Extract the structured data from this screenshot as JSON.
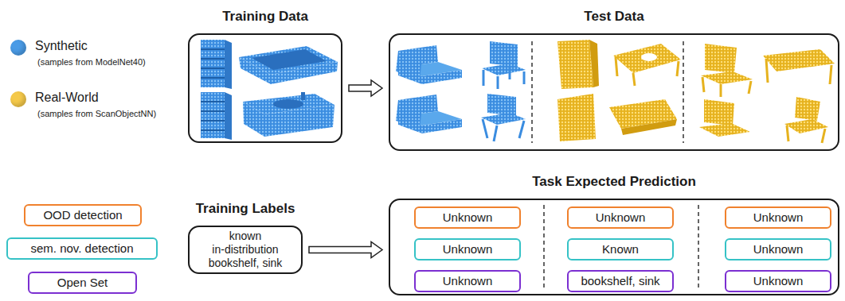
{
  "diagram": {
    "nodes": [
      {
        "text": [
          "Training Data"
        ]
      },
      {
        "text": [
          "Test Data"
        ]
      },
      {
        "text": [
          "OOD detection"
        ]
      },
      {
        "text": [
          "sem. nov. detection"
        ]
      },
      {
        "text": [
          "Open Set"
        ]
      },
      {
        "text": [
          "Training Labels",
          "known",
          "in-distribution",
          "bookshelf, sink"
        ]
      },
      {
        "text": [
          "Task Expected Prediction"
        ]
      },
      {
        "text": [
          "Unknown"
        ],
        "in": 6
      },
      {
        "text": [
          "Unknown"
        ],
        "in": 6
      },
      {
        "text": [
          "Unknown"
        ],
        "in": 6
      },
      {
        "text": [
          "Unknown"
        ],
        "in": 6
      },
      {
        "text": [
          "Known"
        ],
        "in": 6
      },
      {
        "text": [
          "Unknown"
        ],
        "in": 6
      },
      {
        "text": [
          "Unknown"
        ],
        "in": 6
      },
      {
        "text": [
          "bookshelf, sink"
        ],
        "in": 6
      },
      {
        "text": [
          "Unknown"
        ],
        "in": 6
      }
    ],
    "edges": [
      {
        "from": 0,
        "to": 1,
        "arrow": "to"
      },
      {
        "from": 5,
        "to": 6,
        "arrow": "to"
      }
    ],
    "labels": [
      "(samples from ModelNet40)",
      "(samples from ScanObjectNN)"
    ],
    "legend": [
      {
        "text": "Synthetic",
        "color": "#4a9be6"
      },
      {
        "text": "Real-World",
        "color": "#f5c94a"
      }
    ]
  }
}
